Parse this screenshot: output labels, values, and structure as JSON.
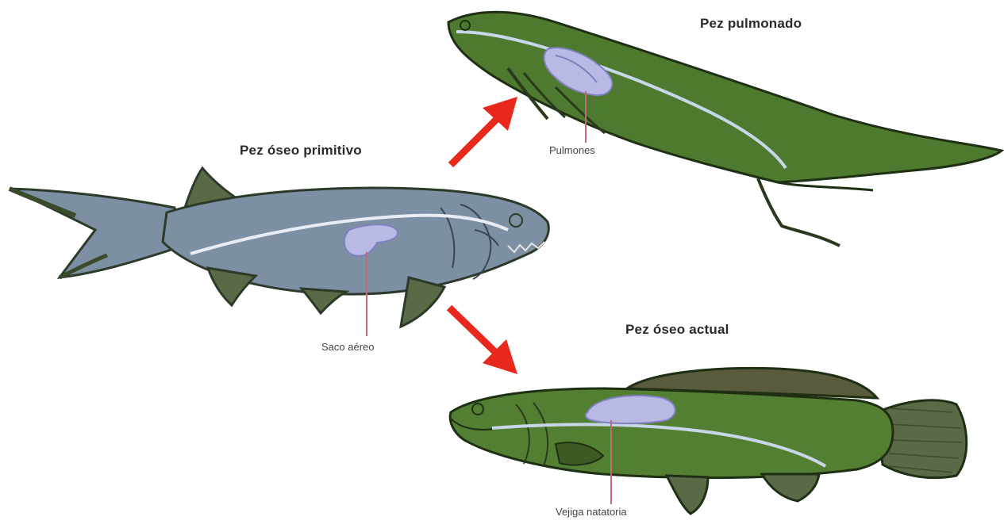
{
  "titles": {
    "primitive": "Pez óseo primitivo",
    "lungfish": "Pez pulmonado",
    "modern": "Pez óseo actual"
  },
  "labels": {
    "air_sac": "Saco aéreo",
    "lungs": "Pulmones",
    "swim_bladder": "Vejiga natatoria"
  },
  "colors": {
    "primitive_body": "#7c8fa3",
    "lungfish_body": "#4d7a2e",
    "modern_body": "#527f31",
    "organ": "#b9b9e6",
    "arrow": "#e8281c",
    "leader_line": "#c26a78"
  }
}
